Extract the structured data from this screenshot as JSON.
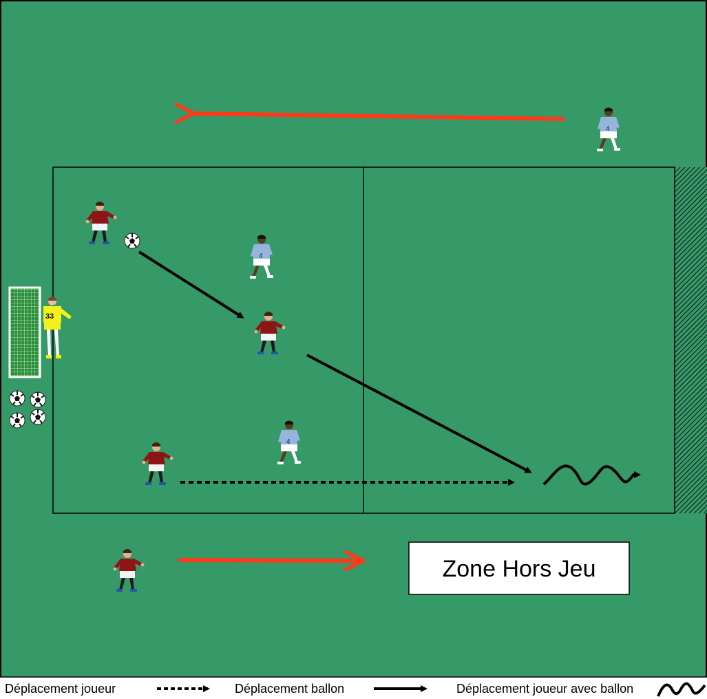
{
  "zone_label": "Zone Hors Jeu",
  "legend": {
    "player_move": "Déplacement joueur",
    "ball_move": "Déplacement ballon",
    "player_with_ball": "Déplacement joueur avec ballon"
  },
  "player_numbers": {
    "goalkeeper": "33",
    "blue": "4"
  },
  "colors": {
    "pitch": "#369968",
    "run_arrow": "#ff3a1a",
    "red_kit": "#8e1515",
    "blue_kit": "#96b4dc",
    "goalkeeper_kit": "#f2f21a"
  }
}
